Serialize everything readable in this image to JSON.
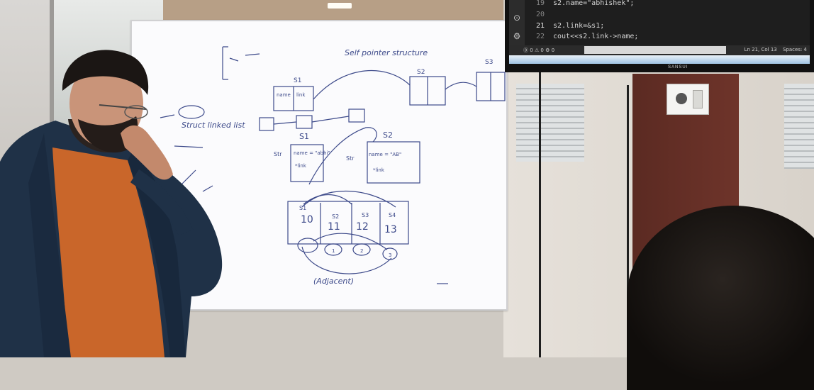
{
  "whiteboard": {
    "header_note": "Self pointer structure",
    "left_note": "Struct linked list",
    "node_labels": [
      "S1",
      "S2",
      "S3"
    ],
    "field_labels": [
      "name",
      "link",
      "name = \"abhi\"",
      "name = \"AB\"",
      "*link",
      "*link"
    ],
    "struct_labels": [
      "Str",
      "Str"
    ],
    "array_values": [
      "10",
      "11",
      "12",
      "13"
    ],
    "array_labels": [
      "S1",
      "S2",
      "S3",
      "S4"
    ],
    "bottom_note": "(Adjacent)",
    "ring_numbers": [
      "1",
      "2",
      "3"
    ]
  },
  "monitor": {
    "code_lines": [
      {
        "num": "19",
        "text": "s2.name=\"abhishek\";"
      },
      {
        "num": "20",
        "text": ""
      },
      {
        "num": "21",
        "text": "s2.link=&s1;"
      },
      {
        "num": "22",
        "text": "cout<<s2.link->name;"
      }
    ],
    "status_left": "⓪ 0 ⚠ 0   ⚙ 0",
    "status_position": "Ln 21, Col 13",
    "status_spaces": "Spaces: 4",
    "brand": "SANSUI"
  }
}
